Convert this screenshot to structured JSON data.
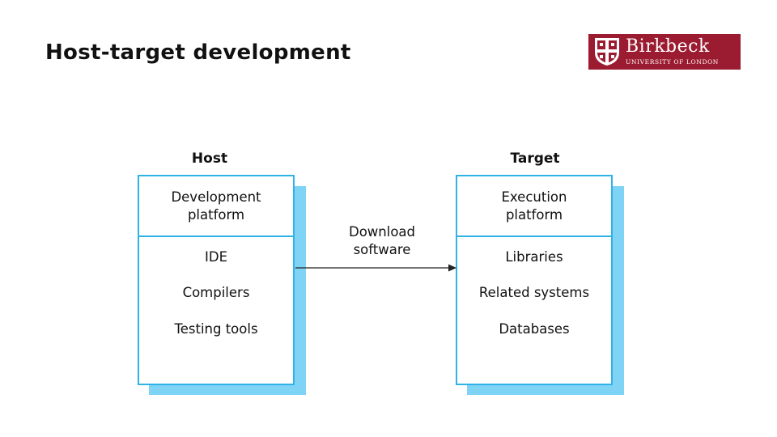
{
  "slide": {
    "title": "Host-target development"
  },
  "logo": {
    "name": "Birkbeck",
    "subtitle": "UNIVERSITY OF LONDON",
    "background": "#9b1b30"
  },
  "host": {
    "title": "Host",
    "header": "Development platform",
    "header_line1": "Development",
    "header_line2": "platform",
    "items": [
      "IDE",
      "Compilers",
      "Testing tools"
    ]
  },
  "target": {
    "title": "Target",
    "header": "Execution platform",
    "header_line1": "Execution",
    "header_line2": "platform",
    "items": [
      "Libraries",
      "Related systems",
      "Databases"
    ]
  },
  "arrow": {
    "label_line1": "Download",
    "label_line2": "software"
  },
  "colors": {
    "box_border": "#2fb2e6",
    "box_shadow": "#7fd3f5"
  }
}
